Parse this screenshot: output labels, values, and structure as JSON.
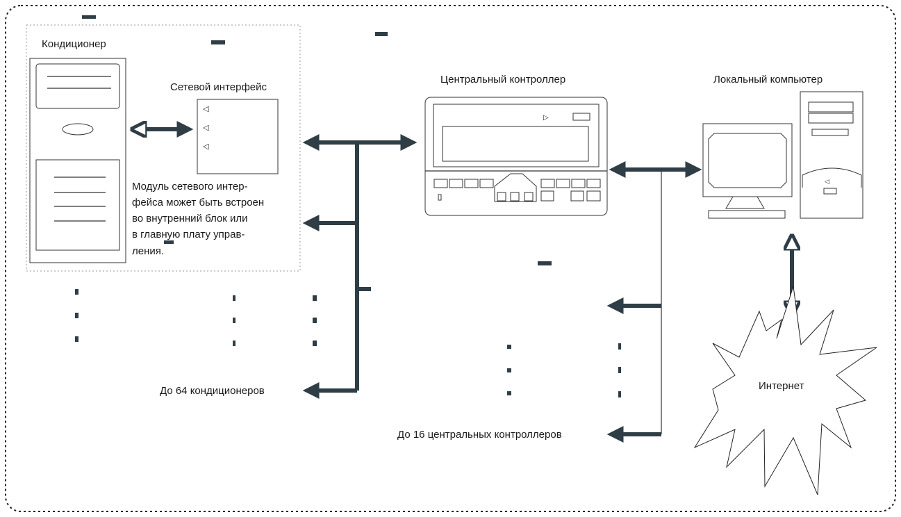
{
  "labels": {
    "ac_title": "Кондиционер",
    "network_interface": "Сетевой интерфейс",
    "central_controller": "Центральный контроллер",
    "local_computer": "Локальный компьютер",
    "note_lines": [
      "Модуль сетевого интер-",
      "фейса может быть встроен",
      "во внутренний блок или",
      "в главную плату управ-",
      "ления."
    ],
    "up_to_64": "До 64 кондиционеров",
    "up_to_16": "До 16 центральных контроллеров",
    "internet": "Интернет"
  },
  "colors": {
    "connector": "#2f3e46",
    "outline": "#333333"
  }
}
